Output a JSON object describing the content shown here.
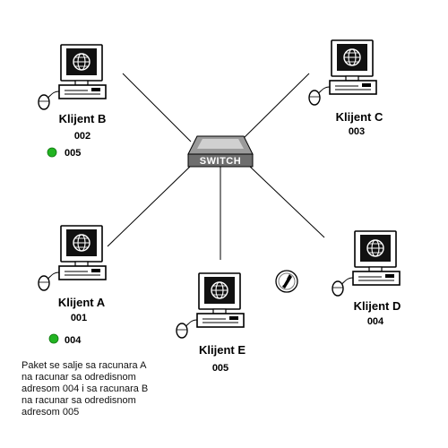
{
  "switch": {
    "label": "SWITCH"
  },
  "clients": [
    {
      "id": "B",
      "name": "Klijent B",
      "address": "002"
    },
    {
      "id": "C",
      "name": "Klijent C",
      "address": "003"
    },
    {
      "id": "A",
      "name": "Klijent A",
      "address": "001"
    },
    {
      "id": "E",
      "name": "Klijent E",
      "address": "005"
    },
    {
      "id": "D",
      "name": "Klijent D",
      "address": "004"
    }
  ],
  "packets": [
    {
      "at_client": "B",
      "label": "005",
      "color": "#22b422"
    },
    {
      "at_client": "A",
      "label": "004",
      "color": "#22b422"
    }
  ],
  "note": {
    "lines": [
      "Paket se salje sa racunara A",
      "na racunar sa odredisnom",
      "adresom 004 i sa racunara B",
      "na racunar sa odredisnom",
      "adresom 005"
    ]
  },
  "colors": {
    "line": "#000000",
    "monitor_screen": "#111111",
    "switch_body": "#6e6e6e"
  },
  "icons": {
    "computer": "computer-icon",
    "globe": "globe-icon",
    "mouse": "mouse-icon",
    "switch": "switch-icon",
    "pointer": "pointer-icon"
  }
}
